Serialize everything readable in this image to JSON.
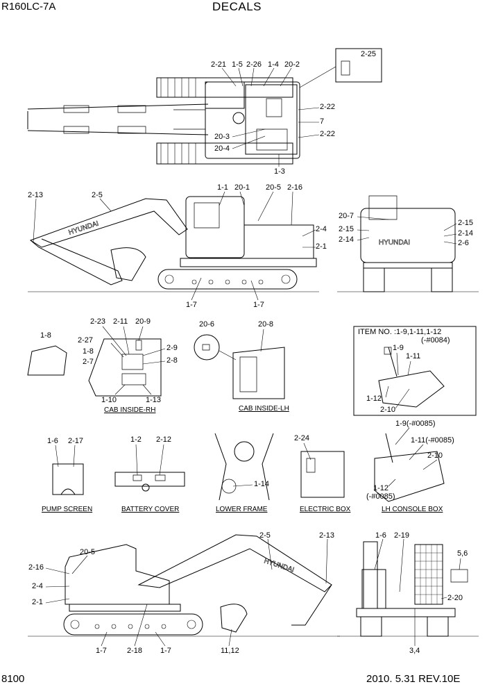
{
  "header": {
    "model": "R160LC-7A",
    "title": "DECALS"
  },
  "footer": {
    "page": "8100",
    "date_rev": "2010. 5.31  REV.10E"
  },
  "brand": "HYUNDAI",
  "item_note": {
    "line1": "ITEM NO. :1-9,1-11,1-12",
    "line2": "(-#0084)"
  },
  "captions": {
    "cab_inside_rh": "CAB INSIDE-RH",
    "cab_inside_lh": "CAB INSIDE-LH",
    "pump_screen": "PUMP SCREEN",
    "battery_cover": "BATTERY COVER",
    "lower_frame": "LOWER FRAME",
    "electric_box": "ELECTRIC BOX",
    "lh_console_box": "LH CONSOLE BOX"
  },
  "callouts": {
    "top": [
      "2-21",
      "1-5",
      "2-26",
      "1-4",
      "20-2",
      "2-25",
      "2-22",
      "7",
      "2-22",
      "20-3",
      "20-4",
      "1-3"
    ],
    "side_rh": [
      "2-13",
      "2-5",
      "1-1",
      "20-1",
      "20-5",
      "2-16",
      "2-4",
      "2-1",
      "1-7",
      "1-7"
    ],
    "rear": [
      "20-7",
      "2-15",
      "2-14",
      "2-15",
      "2-14",
      "2-6"
    ],
    "cab_rh": [
      "1-8",
      "2-23",
      "2-11",
      "20-9",
      "2-27",
      "1-8",
      "2-7",
      "2-9",
      "2-8",
      "1-10",
      "1-13"
    ],
    "cab_lh": [
      "20-6",
      "20-8"
    ],
    "console_a": [
      "1-9",
      "1-11",
      "1-12",
      "2-10"
    ],
    "pump": [
      "1-6",
      "2-17"
    ],
    "battery": [
      "1-2",
      "2-12"
    ],
    "lower": [
      "1-14"
    ],
    "elec": [
      "2-24"
    ],
    "console_b": [
      "1-9(-#0085)",
      "1-11(-#0085)",
      "2-10",
      "1-12",
      "(-#0085)"
    ],
    "side_lh": [
      "2-5",
      "2-13",
      "20-5",
      "2-16",
      "2-4",
      "2-1",
      "1-7",
      "2-18",
      "1-7",
      "11,12"
    ],
    "front": [
      "1-6",
      "2-19",
      "5,6",
      "2-20",
      "3,4"
    ]
  }
}
